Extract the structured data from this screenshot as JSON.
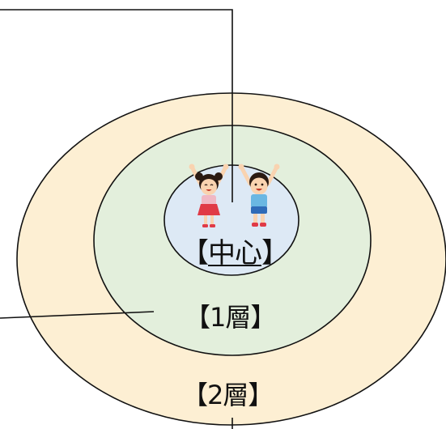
{
  "diagram": {
    "rings": [
      {
        "id": "outer",
        "fill": "#fdefd3",
        "stroke": "#111111"
      },
      {
        "id": "middle",
        "fill": "#e3efdc",
        "stroke": "#111111"
      },
      {
        "id": "center",
        "fill": "#dde9f5",
        "stroke": "#111111"
      }
    ],
    "labels": {
      "center_open": "【",
      "center_text": "中心",
      "center_close": "】",
      "layer1": "【1層】",
      "layer2": "【2層】"
    },
    "illustration": {
      "name": "children-cheering-illustration",
      "girl_shirt": "#f0b8c4",
      "girl_skirt": "#e03a46",
      "boy_shirt": "#6ab7e2",
      "boy_shorts": "#2f6bb8",
      "hair": "#2a1a12",
      "skin": "#f9d3b0"
    }
  }
}
